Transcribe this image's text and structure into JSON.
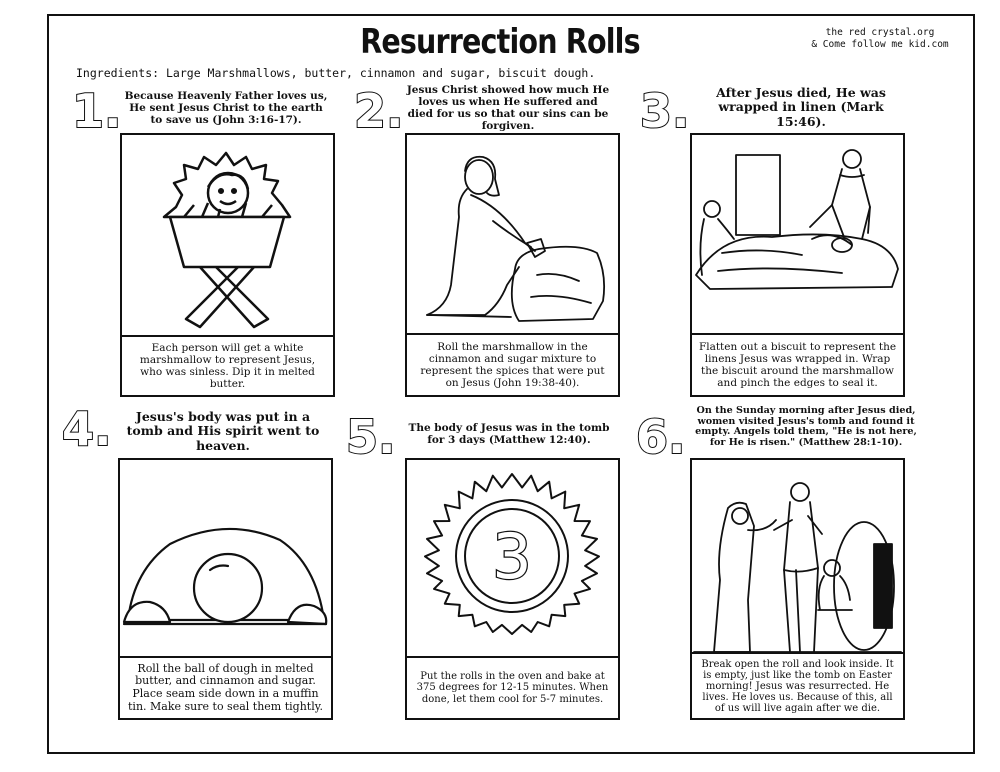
{
  "title": "Resurrection Rolls",
  "credit": {
    "line1": "the red crystal.org",
    "line2": "& Come follow me kid.com"
  },
  "ingredients": "Ingredients: Large Marshmallows, butter, cinnamon and sugar, biscuit dough.",
  "steps": [
    {
      "number": "1.",
      "heading": "Because Heavenly Father loves us, He sent Jesus Christ to the earth to save us (John 3:16-17).",
      "instruction": "Each person will get a white marshmallow to represent Jesus, who was sinless. Dip it in melted butter."
    },
    {
      "number": "2.",
      "heading": "Jesus Christ showed how much He loves us when He suffered and died for us so that our sins can be forgiven.",
      "instruction": "Roll the marshmallow in the cinnamon and sugar mixture to represent the spices that were put on Jesus (John 19:38-40)."
    },
    {
      "number": "3.",
      "heading": "After Jesus died, He was wrapped in linen (Mark 15:46).",
      "instruction": "Flatten out a biscuit to represent the linens Jesus was wrapped in. Wrap the biscuit around the marshmallow and pinch the edges to seal it."
    },
    {
      "number": "4.",
      "heading": "Jesus's body was put in a tomb and His spirit went to heaven.",
      "instruction": "Roll the ball of dough in melted butter, and cinnamon and sugar. Place seam side down in a muffin tin. Make sure to seal them tightly."
    },
    {
      "number": "5.",
      "heading": "The body of Jesus was in the tomb for 3 days (Matthew 12:40).",
      "instruction": "Put the rolls in the oven and bake at 375 degrees for 12-15 minutes. When done, let them cool for 5-7 minutes.",
      "sun_number": "3"
    },
    {
      "number": "6.",
      "heading": "On the Sunday morning after Jesus died, women visited Jesus's tomb and found it empty. Angels told them, \"He is not here, for He is risen.\" (Matthew 28:1-10).",
      "instruction": "Break open the roll and look inside. It is empty, just like the tomb on Easter morning! Jesus was resurrected. He lives. He loves us. Because of this, all of us will live again after we die."
    }
  ]
}
